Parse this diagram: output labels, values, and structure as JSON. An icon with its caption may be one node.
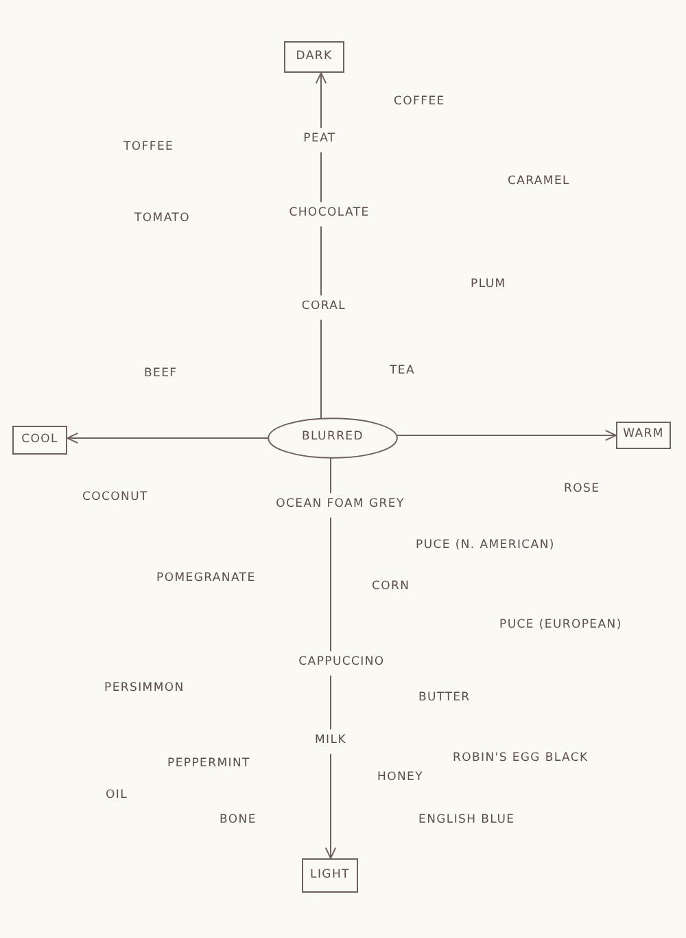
{
  "diagram": {
    "nodes": [
      {
        "text": [
          "DARK"
        ]
      },
      {
        "text": [
          "PEAT"
        ]
      },
      {
        "text": [
          "CHOCOLATE"
        ]
      },
      {
        "text": [
          "CORAL"
        ]
      },
      {
        "text": [
          "COOL"
        ]
      },
      {
        "text": [
          "BLURRED"
        ]
      },
      {
        "text": [
          "WARM"
        ]
      },
      {
        "text": [
          "OCEAN FOAM GREY"
        ]
      },
      {
        "text": [
          "CAPPUCCINO"
        ]
      },
      {
        "text": [
          "MILK"
        ]
      },
      {
        "text": [
          "LIGHT"
        ]
      }
    ],
    "edges": [
      {
        "from": 5,
        "to": 3,
        "arrow": "none"
      },
      {
        "from": 3,
        "to": 2,
        "arrow": "none"
      },
      {
        "from": 2,
        "to": 1,
        "arrow": "none"
      },
      {
        "from": 1,
        "to": 0,
        "arrow": "to"
      },
      {
        "from": 5,
        "to": 4,
        "arrow": "to"
      },
      {
        "from": 5,
        "to": 6,
        "arrow": "to"
      },
      {
        "from": 5,
        "to": 7,
        "arrow": "none"
      },
      {
        "from": 7,
        "to": 8,
        "arrow": "none"
      },
      {
        "from": 8,
        "to": 9,
        "arrow": "none"
      },
      {
        "from": 9,
        "to": 10,
        "arrow": "to"
      }
    ],
    "labels": [
      "COFFEE",
      "TOFFEE",
      "CARAMEL",
      "TOMATO",
      "PLUM",
      "BEEF",
      "TEA",
      "COCONUT",
      "ROSE",
      "PUCE (N. AMERICAN)",
      "POMEGRANATE",
      "CORN",
      "PUCE (EUROPEAN)",
      "PERSIMMON",
      "BUTTER",
      "ROBIN'S EGG BLACK",
      "PEPPERMINT",
      "HONEY",
      "OIL",
      "BONE",
      "ENGLISH BLUE"
    ]
  }
}
